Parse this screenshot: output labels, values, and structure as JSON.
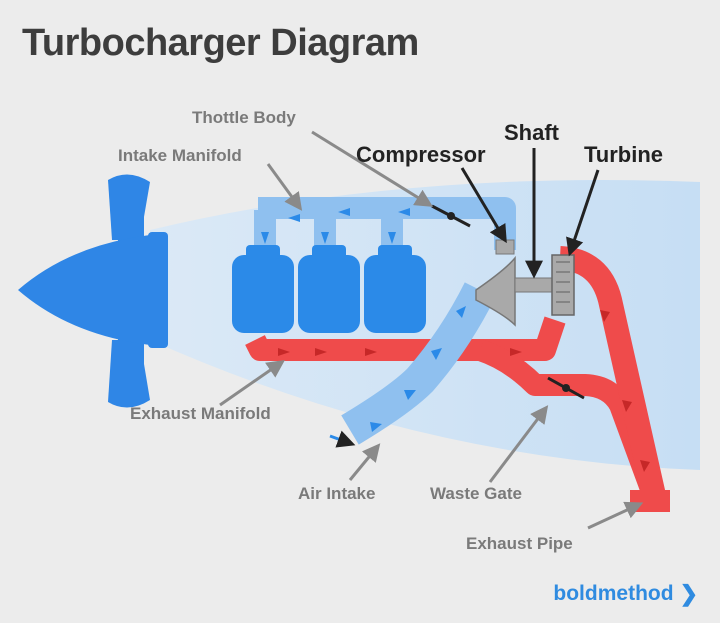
{
  "title": "Turbocharger Diagram",
  "labels": {
    "throttle_body": "Thottle Body",
    "intake_manifold": "Intake Manifold",
    "compressor": "Compressor",
    "shaft": "Shaft",
    "turbine": "Turbine",
    "exhaust_manifold": "Exhaust Manifold",
    "air_intake": "Air Intake",
    "waste_gate": "Waste Gate",
    "exhaust_pipe": "Exhaust Pipe"
  },
  "brand": {
    "name": "boldmethod",
    "icon": "chevron-right-icon"
  },
  "colors": {
    "background": "#ececec",
    "airflow_fill": "#cfe4f6",
    "intake_blue": "#8fc0ef",
    "cylinder_blue": "#2b8ae8",
    "propeller_blue": "#2f86e6",
    "exhaust_red": "#ef4b4b",
    "turbo_gray": "#a9a9a9",
    "label_gray": "#7a7a7a",
    "brand_blue": "#2f8be0"
  }
}
